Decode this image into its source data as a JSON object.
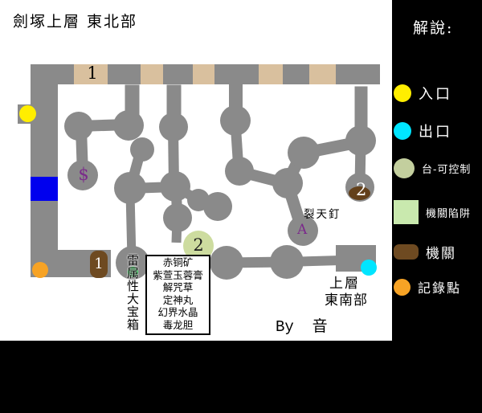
{
  "title": "劍塚上層 東北部",
  "map": {
    "texts": {
      "tan_marker_1": "1",
      "brown_marker_1": "1",
      "green_platform_2": "2",
      "brown_marker_2": "2",
      "dollar": "$",
      "letter_a": "A",
      "crack_nail": "裂天釘",
      "thunder_chest": "雷属性大宝箱",
      "area_line1": "上層",
      "area_line2": "東南部",
      "credit": "By  音"
    },
    "item_box": [
      "赤铜矿",
      "紫萱玉蓉膏",
      "解咒草",
      "定神丸",
      "幻界水晶",
      "毒龙胆"
    ],
    "colors": {
      "corridor": "#8a8a8a",
      "tan": "#d9c09e",
      "blue": "#0000ee",
      "yellow": "#ffee00",
      "cyan": "#00e5ff",
      "orange": "#f7a325",
      "brown": "#6e4a21",
      "brown_blob": "#63401a",
      "purple": "#7b2a8b",
      "light_green": "#cddc9f",
      "green": "#00c832"
    },
    "geometry": {
      "rects": [
        [
          38,
          80,
          435,
          25
        ],
        [
          38,
          80,
          34,
          265
        ],
        [
          38,
          311,
          100,
          34
        ],
        [
          418,
          305,
          50,
          33
        ],
        [
          22,
          130,
          23,
          24
        ]
      ],
      "tan_squares": [
        [
          92,
          42
        ],
        [
          175,
          28
        ],
        [
          240,
          27
        ],
        [
          322,
          30
        ],
        [
          385,
          33
        ]
      ],
      "segments": [
        [
          98,
          157,
          160,
          155,
          14
        ],
        [
          101,
          160,
          103,
          218,
          14
        ],
        [
          164,
          105,
          164,
          142,
          18
        ],
        [
          175,
          188,
          163,
          232,
          13
        ],
        [
          161,
          234,
          218,
          232,
          13
        ],
        [
          216,
          105,
          216,
          142,
          18
        ],
        [
          216,
          158,
          217,
          230,
          13
        ],
        [
          219,
          233,
          247,
          249,
          12
        ],
        [
          247,
          249,
          271,
          257,
          12
        ],
        [
          219,
          234,
          221,
          272,
          13
        ],
        [
          221,
          272,
          220,
          302,
          12
        ],
        [
          162,
          240,
          164,
          322,
          11
        ],
        [
          293,
          105,
          293,
          144,
          17
        ],
        [
          293,
          152,
          297,
          212,
          13
        ],
        [
          298,
          213,
          357,
          228,
          14
        ],
        [
          358,
          227,
          375,
          193,
          15
        ],
        [
          378,
          190,
          449,
          176,
          15
        ],
        [
          449,
          107,
          449,
          174,
          16
        ],
        [
          449,
          176,
          448,
          231,
          13
        ],
        [
          359,
          231,
          376,
          285,
          15
        ],
        [
          282,
          327,
          357,
          326,
          13
        ],
        [
          357,
          326,
          424,
          324,
          12
        ]
      ],
      "circles": [
        [
          98,
          157,
          18
        ],
        [
          160,
          156,
          19
        ],
        [
          177,
          186,
          15
        ],
        [
          103,
          218,
          19
        ],
        [
          162,
          234,
          20
        ],
        [
          216,
          158,
          18
        ],
        [
          218,
          232,
          19
        ],
        [
          247,
          249,
          14
        ],
        [
          271,
          257,
          18
        ],
        [
          221,
          271,
          18
        ],
        [
          293,
          150,
          19
        ],
        [
          298,
          213,
          18
        ],
        [
          378,
          190,
          20
        ],
        [
          358,
          228,
          19
        ],
        [
          449,
          175,
          19
        ],
        [
          448,
          233,
          18
        ],
        [
          377,
          287,
          19
        ],
        [
          165,
          327,
          21
        ],
        [
          282,
          327,
          21
        ],
        [
          357,
          326,
          21
        ]
      ]
    }
  },
  "legend": {
    "heading": "解說:",
    "items": [
      {
        "label": "入口",
        "shape": "circle",
        "color": "#ffee00"
      },
      {
        "label": "出口",
        "shape": "circle",
        "color": "#00e5ff"
      },
      {
        "label": "台-可控制",
        "shape": "circle",
        "color": "#c3cf9e"
      },
      {
        "label": "機關陷阱",
        "shape": "square",
        "color": "#c9e9ae"
      },
      {
        "label": "機關",
        "shape": "rounded",
        "color": "#6e4a21"
      },
      {
        "label": "記錄點",
        "shape": "circle",
        "color": "#f7a325"
      }
    ]
  }
}
